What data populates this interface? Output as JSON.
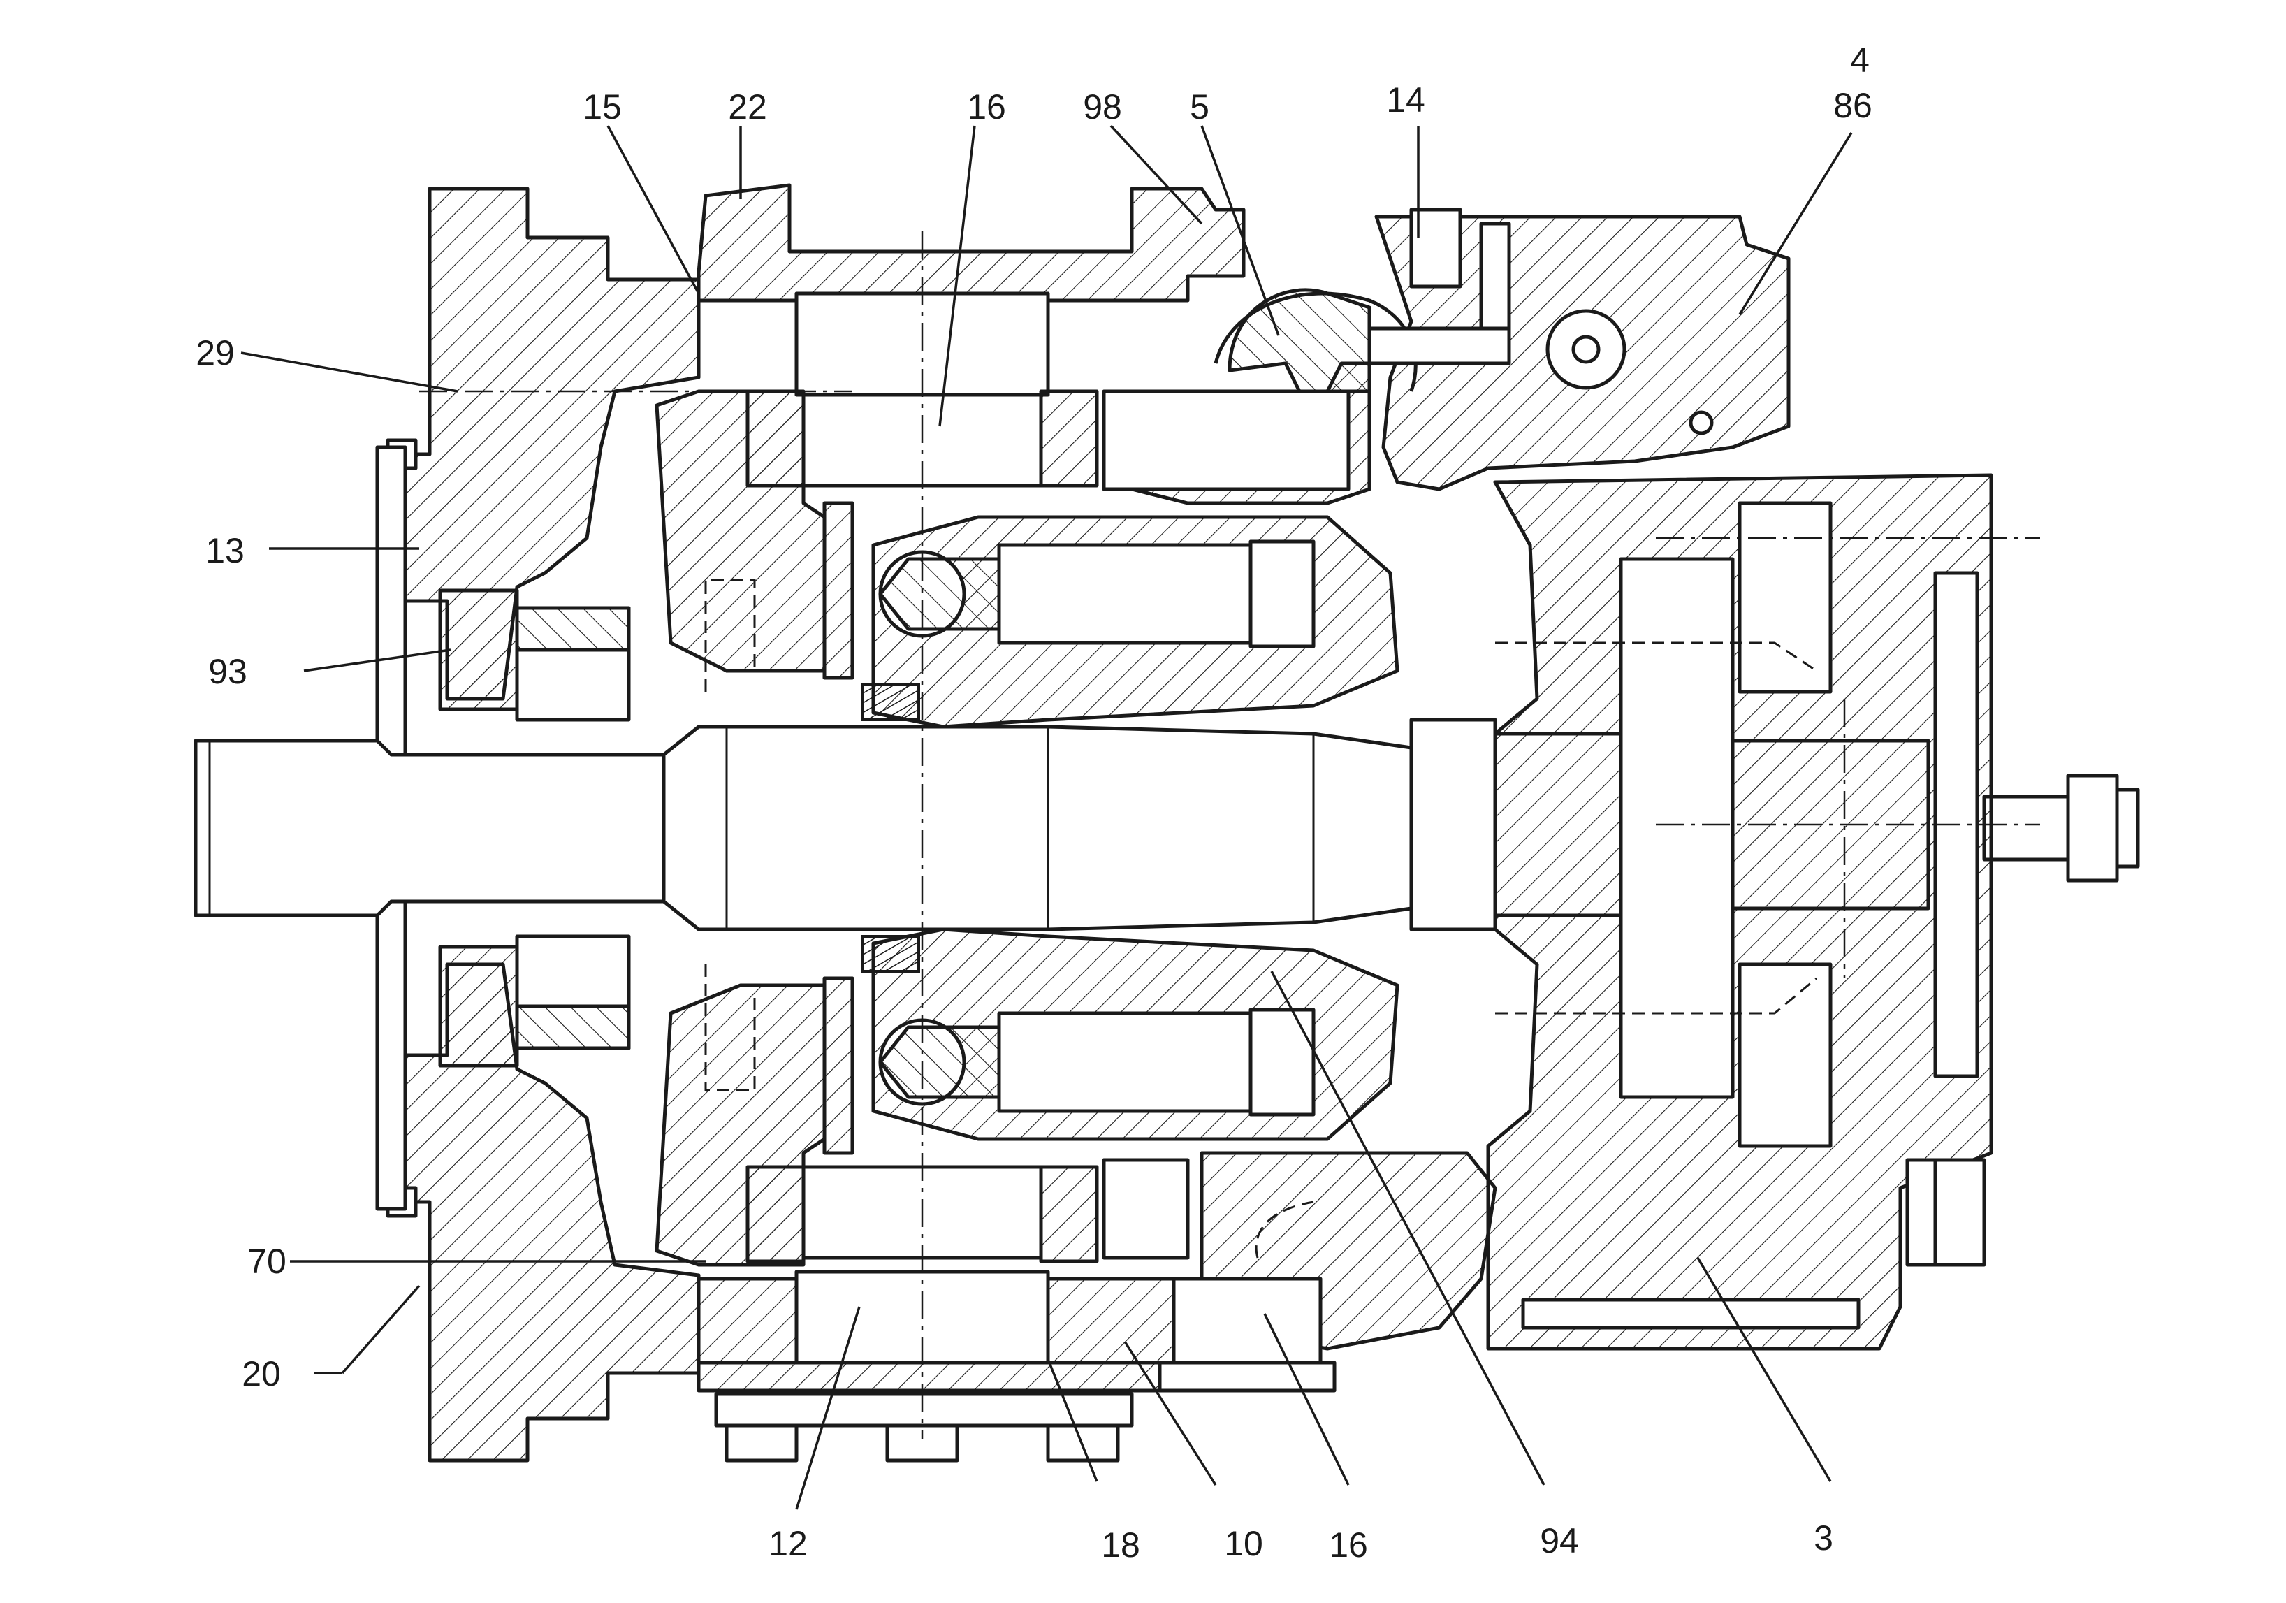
{
  "figure": {
    "title": "",
    "callouts": [
      {
        "id": "c4",
        "text": "4"
      },
      {
        "id": "c86",
        "text": "86"
      },
      {
        "id": "c14",
        "text": "14"
      },
      {
        "id": "c5",
        "text": "5"
      },
      {
        "id": "c98",
        "text": "98"
      },
      {
        "id": "c16a",
        "text": "16"
      },
      {
        "id": "c22",
        "text": "22"
      },
      {
        "id": "c15",
        "text": "15"
      },
      {
        "id": "c29",
        "text": "29"
      },
      {
        "id": "c13",
        "text": "13"
      },
      {
        "id": "c93",
        "text": "93"
      },
      {
        "id": "c70",
        "text": "70"
      },
      {
        "id": "c20",
        "text": "20"
      },
      {
        "id": "c12",
        "text": "12"
      },
      {
        "id": "c18",
        "text": "18"
      },
      {
        "id": "c10",
        "text": "10"
      },
      {
        "id": "c16b",
        "text": "16"
      },
      {
        "id": "c94",
        "text": "94"
      },
      {
        "id": "c3",
        "text": "3"
      }
    ]
  }
}
